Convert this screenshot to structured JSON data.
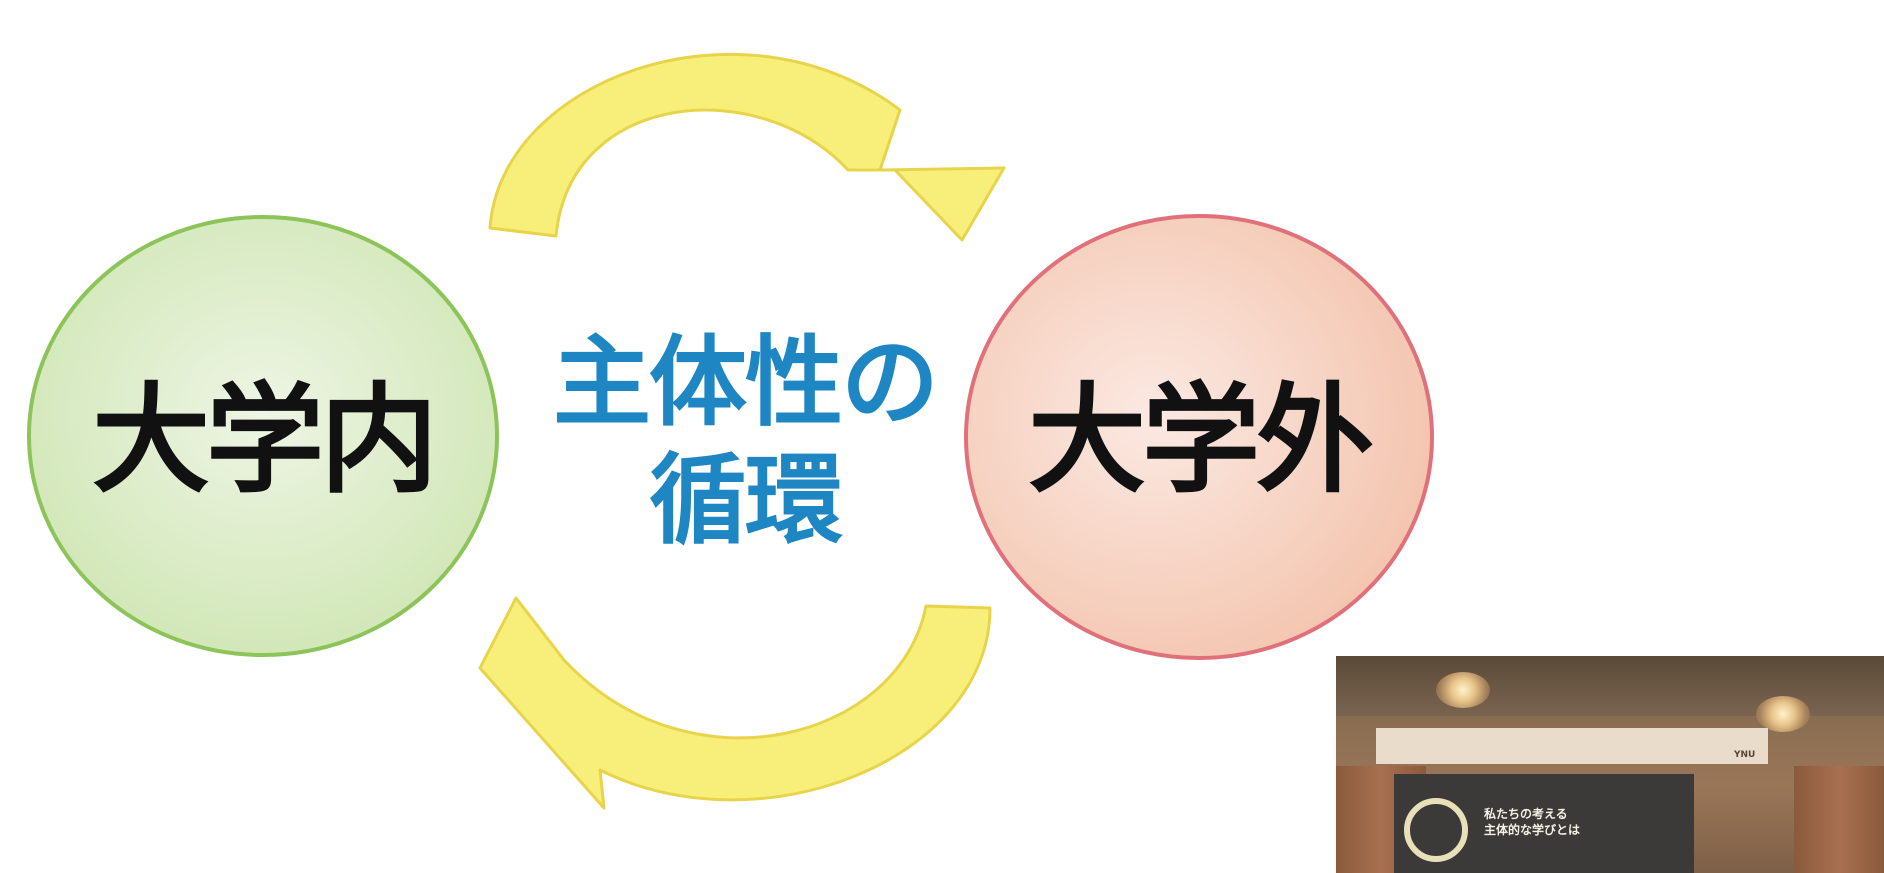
{
  "diagram": {
    "left_circle": {
      "label": "大学内",
      "fill": "#d8eac2",
      "stroke": "#8cc45a"
    },
    "right_circle": {
      "label": "大学外",
      "fill": "#f6d6c8",
      "stroke": "#e0707a"
    },
    "center_title": {
      "line1": "主体性の",
      "line2": "循環",
      "color": "#1d86c3"
    },
    "arrow_color": "#f8ef7a",
    "arrow_stroke": "#e8d44a",
    "arrows": [
      {
        "direction": "clockwise",
        "position": "top"
      },
      {
        "direction": "clockwise",
        "position": "bottom"
      }
    ]
  },
  "photo": {
    "screen_text": {
      "line1": "私たちの考える",
      "line2": "主体的な学びとは"
    },
    "badge": "YNU"
  }
}
